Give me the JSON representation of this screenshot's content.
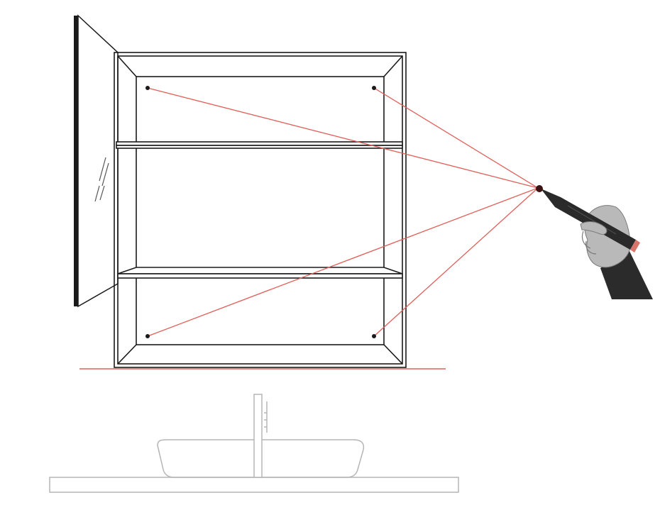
{
  "diagram": {
    "colors": {
      "outline": "#1a1a1a",
      "laser": "#e0605a",
      "fixture": "#b5b5b5",
      "background": "#ffffff",
      "sleeve": "#2b2b2b",
      "hand": "#b9b9b9",
      "pen": "#2a2a2a",
      "pen_tip": "#d8756a",
      "mark": "#1a1a1a"
    },
    "icons": {
      "mirror_door": "mirror-door-icon",
      "cabinet": "cabinet-icon",
      "pen": "marker-pen-icon",
      "hand": "hand-icon",
      "sink": "sink-icon",
      "faucet": "faucet-icon"
    },
    "mark_points": [
      {
        "name": "top-left"
      },
      {
        "name": "top-right"
      },
      {
        "name": "bottom-left"
      },
      {
        "name": "bottom-right"
      }
    ]
  }
}
